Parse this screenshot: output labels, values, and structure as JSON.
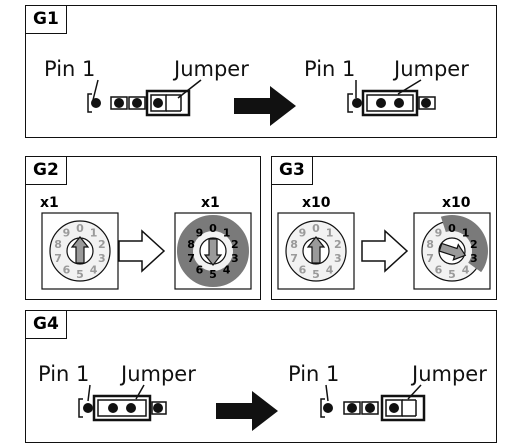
{
  "groups": [
    {
      "id": "G1",
      "from": {
        "pin": "Pin 1",
        "jumper": "Jumper"
      },
      "to": {
        "pin": "Pin 1",
        "jumper": "Jumper"
      }
    },
    {
      "id": "G2",
      "from_label": "x1",
      "to_label": "x1",
      "dial_from": {
        "position": 0,
        "highlight": "none"
      },
      "dial_to": {
        "position": 5,
        "highlight": "0-9 full sweep"
      }
    },
    {
      "id": "G3",
      "from_label": "x10",
      "to_label": "x10",
      "dial_from": {
        "position": 0,
        "highlight": "none"
      },
      "dial_to": {
        "position": 3,
        "highlight": "0-3 sweep"
      }
    },
    {
      "id": "G4",
      "from": {
        "pin": "Pin 1",
        "jumper": "Jumper"
      },
      "to": {
        "pin": "Pin 1",
        "jumper": "Jumper"
      }
    }
  ],
  "dial_digits": [
    "0",
    "1",
    "2",
    "3",
    "4",
    "5",
    "6",
    "7",
    "8",
    "9"
  ],
  "colors": {
    "ink": "#111111",
    "highlight": "#7a7a7a",
    "arrow_fill": "#9a9a9a",
    "dial_face": "#f2f2f2"
  }
}
